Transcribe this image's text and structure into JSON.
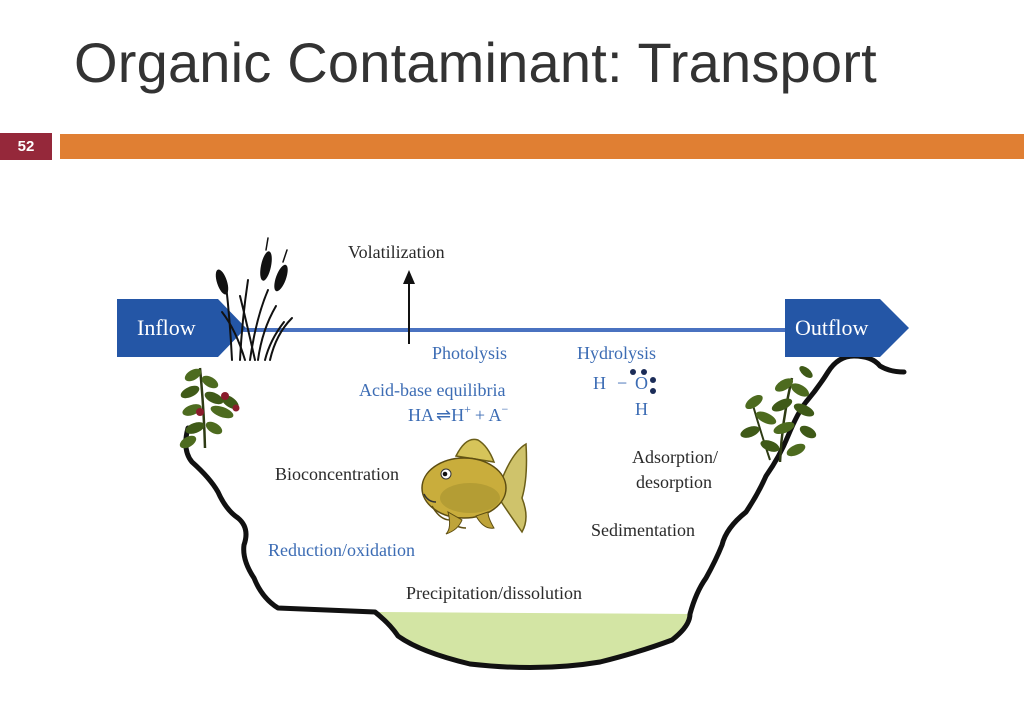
{
  "slide": {
    "title": "Organic Contaminant: Transport",
    "page_number": "52"
  },
  "diagram": {
    "inflow": "Inflow",
    "outflow": "Outflow",
    "volatilization": "Volatilization",
    "photolysis": "Photolysis",
    "hydrolysis": "Hydrolysis",
    "acid_base": "Acid-base equilibria",
    "acid_base_eq": {
      "ha": "HA",
      "arrow": "⇌",
      "h": "H",
      "plus": "+",
      "space_plus": "+ A",
      "minus": "−"
    },
    "hydrolysis_molecule": {
      "h_left": "H",
      "bond": "−",
      "o": "O",
      "h_bottom": "H"
    },
    "bioconcentration": "Bioconcentration",
    "adsorption_line1": "Adsorption/",
    "adsorption_line2": "desorption",
    "sedimentation": "Sedimentation",
    "reduction_oxidation": "Reduction/oxidation",
    "precipitation": "Precipitation/dissolution"
  },
  "colors": {
    "flow_arrow": "#2456a6",
    "water_line": "#4a72c0",
    "sediment": "#d3e5a4",
    "accent_bar": "#e07f33",
    "page_badge": "#95283a",
    "blue_label": "#3c6cb4"
  }
}
